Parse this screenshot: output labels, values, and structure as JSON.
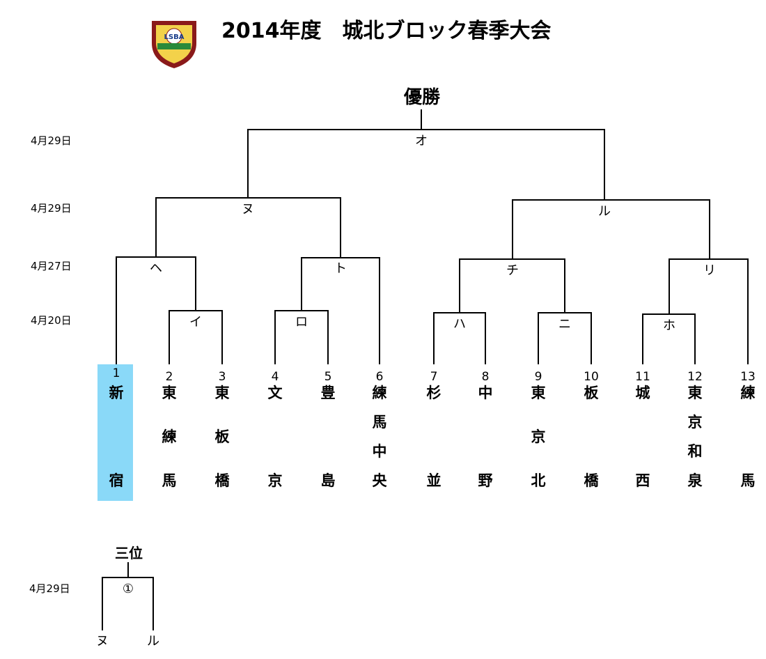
{
  "title": "2014年度　城北ブロック春季大会",
  "logo": {
    "top_text": "LSBA",
    "colors": {
      "shield": "#f3d24a",
      "border": "#8a1a1a",
      "inner": "#2a8a3a",
      "ball": "#ffffff"
    }
  },
  "final_label": "優勝",
  "third_label": "三位",
  "highlight_color": "#8ad9f8",
  "dates": [
    {
      "name": "date-final",
      "text": "4月29日"
    },
    {
      "name": "date-semifinal",
      "text": "4月29日"
    },
    {
      "name": "date-quarterfinal",
      "text": "4月27日"
    },
    {
      "name": "date-first-round",
      "text": "4月20日"
    },
    {
      "name": "date-third-place",
      "text": "4月29日"
    }
  ],
  "matches": [
    {
      "id": "i",
      "label": "イ"
    },
    {
      "id": "ro",
      "label": "ロ"
    },
    {
      "id": "ha",
      "label": "ハ"
    },
    {
      "id": "ni",
      "label": "ニ"
    },
    {
      "id": "ho",
      "label": "ホ"
    },
    {
      "id": "he",
      "label": "ヘ"
    },
    {
      "id": "to",
      "label": "ト"
    },
    {
      "id": "chi",
      "label": "チ"
    },
    {
      "id": "ri",
      "label": "リ"
    },
    {
      "id": "nu",
      "label": "ヌ"
    },
    {
      "id": "ru",
      "label": "ル"
    },
    {
      "id": "o",
      "label": "オ"
    },
    {
      "id": "third",
      "label": "①"
    }
  ],
  "third_place": {
    "left": "ヌ",
    "right": "ル"
  },
  "teams": [
    {
      "seed": "1",
      "chars": [
        "新",
        "宿"
      ],
      "highlight": true
    },
    {
      "seed": "2",
      "chars": [
        "東",
        "練",
        "馬"
      ]
    },
    {
      "seed": "3",
      "chars": [
        "東",
        "板",
        "橋"
      ]
    },
    {
      "seed": "4",
      "chars": [
        "文",
        "京"
      ]
    },
    {
      "seed": "5",
      "chars": [
        "豊",
        "島"
      ]
    },
    {
      "seed": "6",
      "chars": [
        "練",
        "馬",
        "中",
        "央"
      ]
    },
    {
      "seed": "7",
      "chars": [
        "杉",
        "並"
      ]
    },
    {
      "seed": "8",
      "chars": [
        "中",
        "野"
      ]
    },
    {
      "seed": "9",
      "chars": [
        "東",
        "京",
        "北"
      ]
    },
    {
      "seed": "10",
      "chars": [
        "板",
        "橋"
      ]
    },
    {
      "seed": "11",
      "chars": [
        "城",
        "西"
      ]
    },
    {
      "seed": "12",
      "chars": [
        "東",
        "京",
        "和",
        "泉"
      ]
    },
    {
      "seed": "13",
      "chars": [
        "練",
        "馬"
      ]
    }
  ]
}
